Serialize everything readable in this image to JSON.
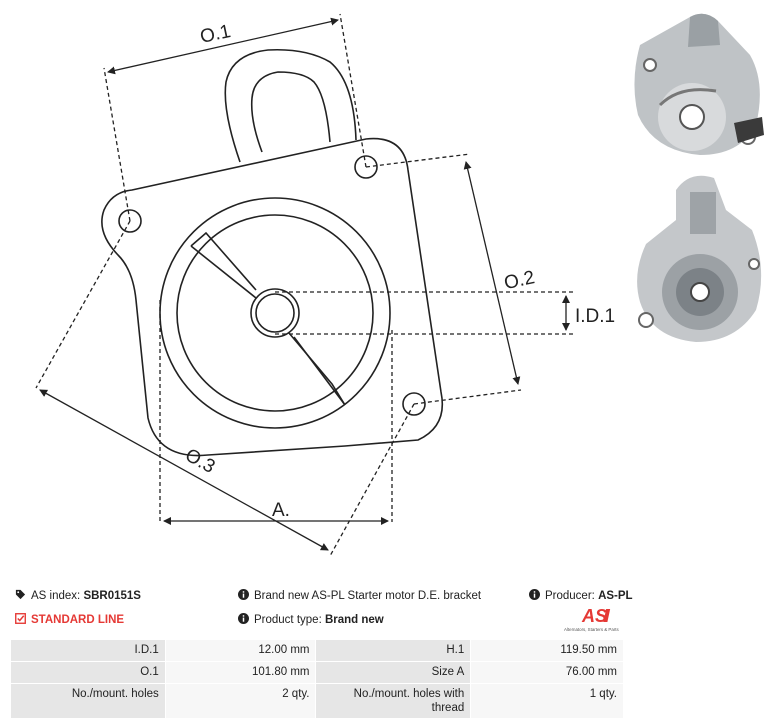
{
  "diagram": {
    "labels": {
      "o1": "O.1",
      "o2": "O.2",
      "o3": "O.3",
      "id1": "I.D.1",
      "a": "A."
    }
  },
  "header": {
    "as_index_label": "AS index:",
    "as_index_value": "SBR0151S",
    "description": "Brand new AS-PL Starter motor D.E. bracket",
    "producer_label": "Producer:",
    "producer_value": "AS-PL",
    "line": "STANDARD LINE",
    "product_type_label": "Product type:",
    "product_type_value": "Brand new"
  },
  "logo": {
    "mark": "AS",
    "tagline": "Alternators, Starters & Parts",
    "color": "#e53935"
  },
  "specs": {
    "rows": [
      {
        "l1": "I.D.1",
        "v1": "12.00 mm",
        "l2": "H.1",
        "v2": "119.50 mm"
      },
      {
        "l1": "O.1",
        "v1": "101.80 mm",
        "l2": "Size A",
        "v2": "76.00 mm"
      },
      {
        "l1": "No./mount. holes",
        "v1": "2 qty.",
        "l2": "No./mount. holes with thread",
        "v2": "1 qty."
      }
    ]
  }
}
